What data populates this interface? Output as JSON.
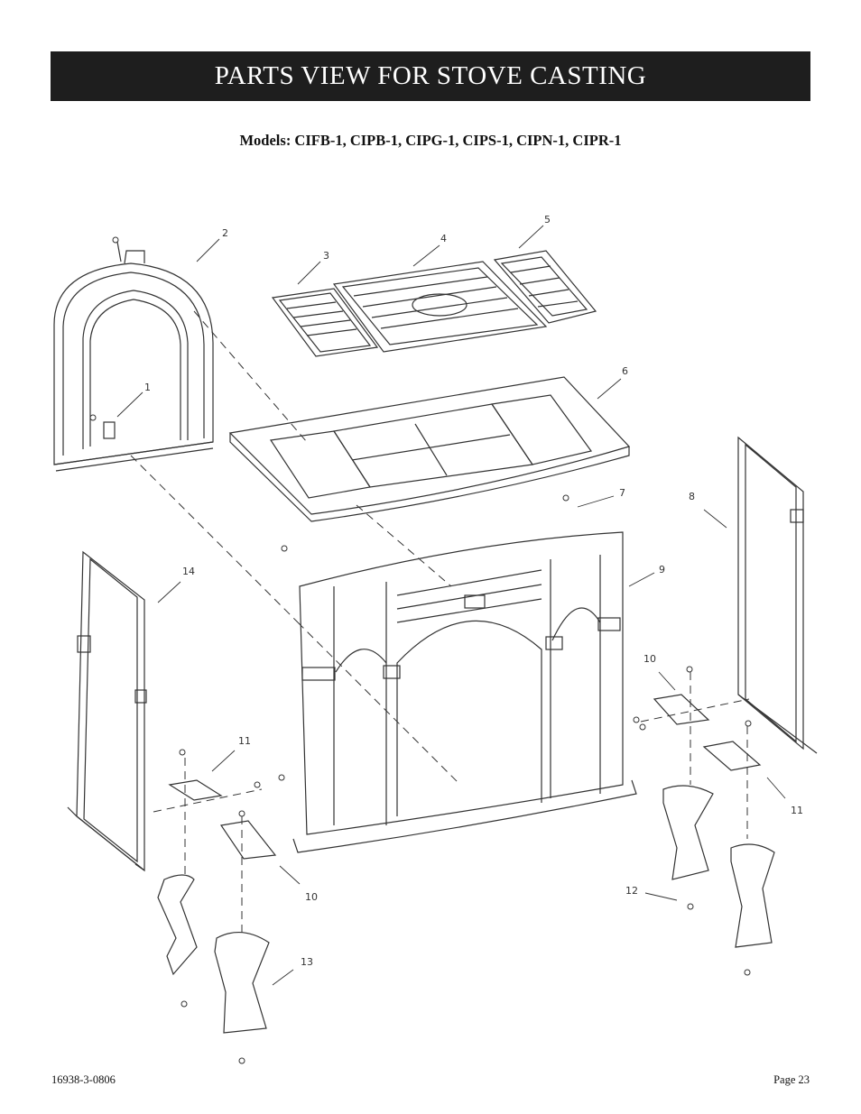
{
  "header": {
    "title": "PARTS VIEW FOR STOVE CASTING"
  },
  "subtitle": "Models: CIFB-1, CIPB-1, CIPG-1, CIPS-1, CIPN-1, CIPR-1",
  "callouts": [
    "1",
    "2",
    "3",
    "4",
    "5",
    "6",
    "7",
    "8",
    "9",
    "10",
    "10",
    "11",
    "11",
    "12",
    "13",
    "14"
  ],
  "footer": {
    "doc_number": "16938-3-0806",
    "page": "Page 23"
  }
}
